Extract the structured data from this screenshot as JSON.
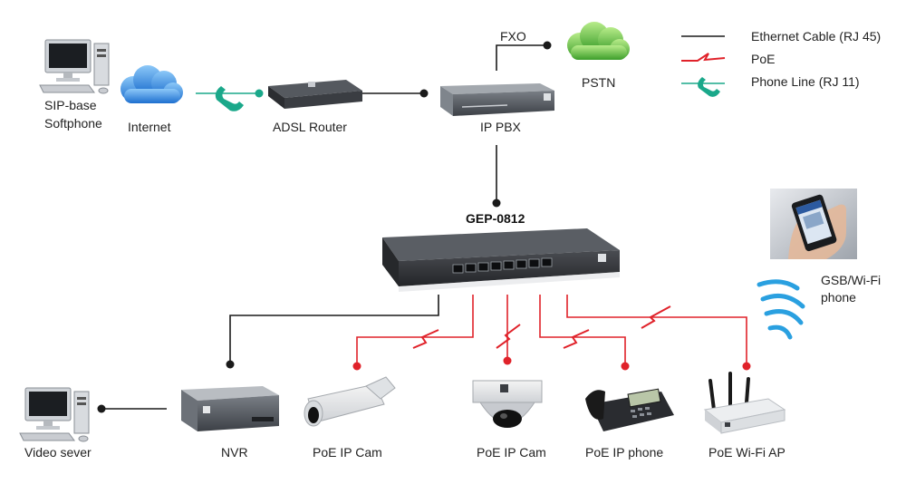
{
  "legend": {
    "ethernet": "Ethernet Cable (RJ 45)",
    "poe": "PoE",
    "phone": "Phone Line (RJ 11)"
  },
  "colors": {
    "ethernet": "#1a1a1a",
    "poe": "#e0222a",
    "phone": "#1aa88a",
    "cloud": "#3a8fe0",
    "cloud_green": "#5cc040",
    "wifi": "#2aa0e0"
  },
  "nodes": {
    "softphone": {
      "line1": "SIP-base",
      "line2": "Softphone",
      "icon": "desktop-computer-icon"
    },
    "internet": {
      "label": "Internet",
      "icon": "blue-cloud-icon"
    },
    "adsl": {
      "label": "ADSL Router",
      "icon": "router-icon"
    },
    "pbx": {
      "label": "IP PBX",
      "icon": "pbx-box-icon"
    },
    "fxo": {
      "label": "FXO"
    },
    "pstn": {
      "label": "PSTN",
      "icon": "green-cloud-icon"
    },
    "switch": {
      "label": "GEP-0812",
      "icon": "switch-icon"
    },
    "mobile": {
      "line1": "GSB/Wi-Fi",
      "line2": "phone",
      "icon": "smartphone-icon"
    },
    "video": {
      "label": "Video sever",
      "icon": "desktop-computer-icon"
    },
    "nvr": {
      "label": "NVR",
      "icon": "nvr-box-icon"
    },
    "cam1": {
      "label": "PoE IP Cam",
      "icon": "bullet-camera-icon"
    },
    "cam2": {
      "label": "PoE IP Cam",
      "icon": "dome-camera-icon"
    },
    "ipphone": {
      "label": "PoE IP phone",
      "icon": "desk-phone-icon"
    },
    "ap": {
      "label": "PoE Wi-Fi AP",
      "icon": "wifi-ap-icon"
    }
  }
}
